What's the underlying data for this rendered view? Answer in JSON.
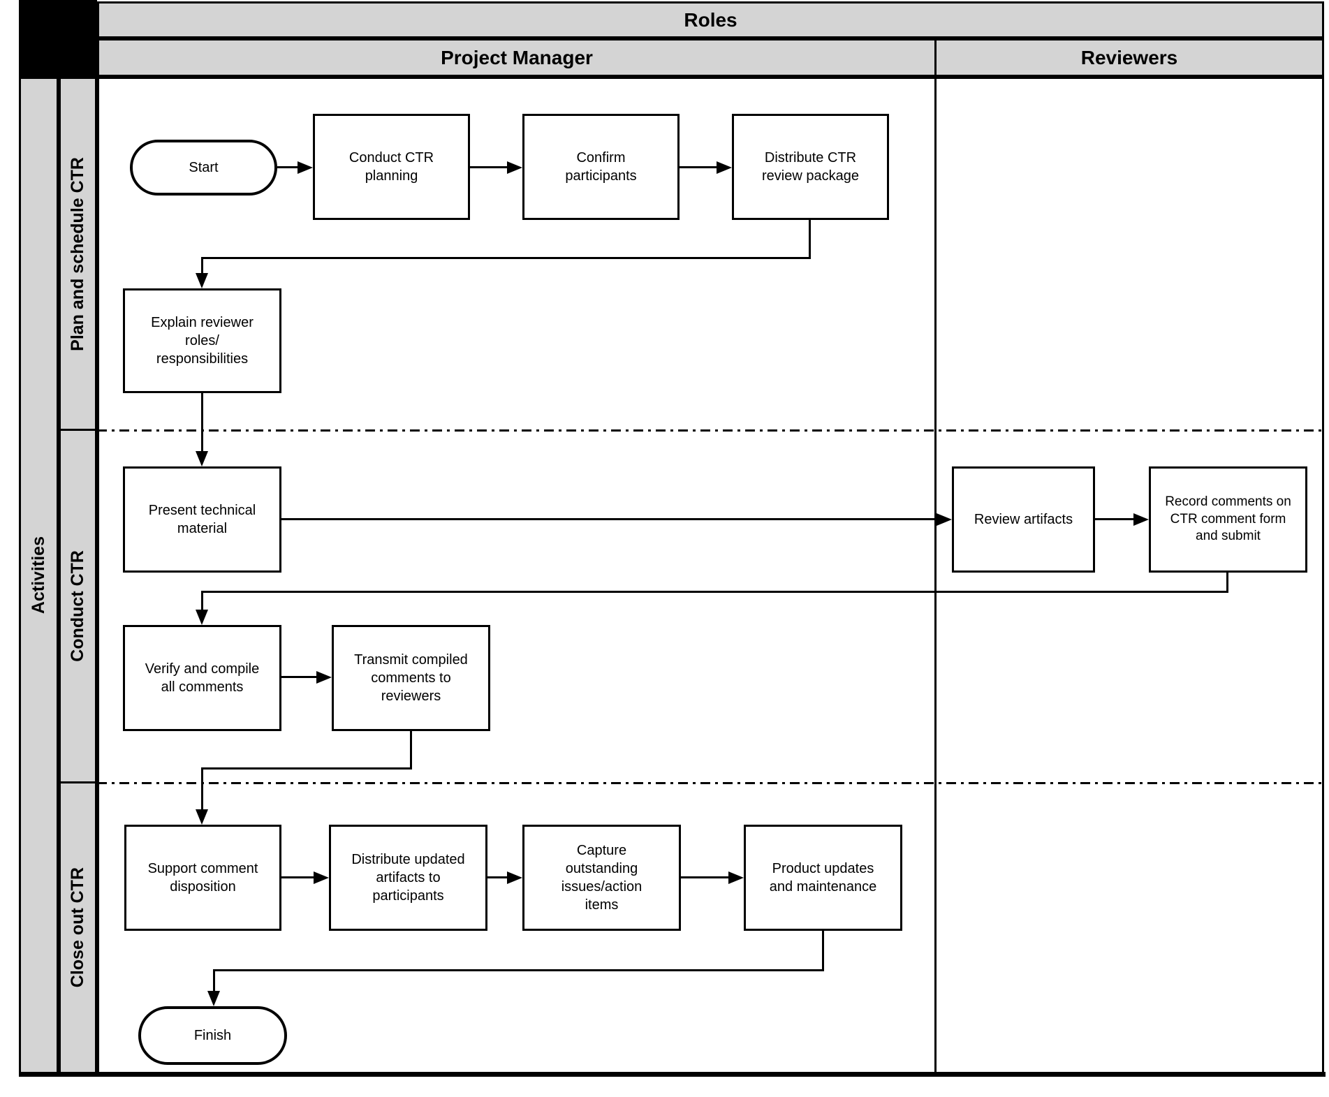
{
  "header": {
    "roles_label": "Roles",
    "columns": [
      {
        "label": "Project Manager"
      },
      {
        "label": "Reviewers"
      }
    ]
  },
  "sidebar": {
    "activities_label": "Activities",
    "lanes": [
      {
        "label": "Plan and schedule CTR"
      },
      {
        "label": "Conduct CTR"
      },
      {
        "label": "Close out CTR"
      }
    ]
  },
  "nodes": {
    "start": "Start",
    "conduct_planning": "Conduct CTR planning",
    "confirm_participants": "Confirm participants",
    "distribute_package": "Distribute CTR review package",
    "explain_roles": "Explain reviewer roles/ responsibilities",
    "present_material": "Present technical material",
    "review_artifacts": "Review artifacts",
    "record_comments": "Record comments on CTR comment form and submit",
    "verify_compile": "Verify and compile all comments",
    "transmit_comments": "Transmit compiled comments to reviewers",
    "support_disposition": "Support comment disposition",
    "distribute_artifacts": "Distribute updated artifacts to participants",
    "capture_issues": "Capture outstanding issues/action items",
    "product_updates": "Product updates and maintenance",
    "finish": "Finish"
  },
  "colors": {
    "header_fill": "#d4d4d4",
    "line": "#000000",
    "background": "#ffffff"
  }
}
